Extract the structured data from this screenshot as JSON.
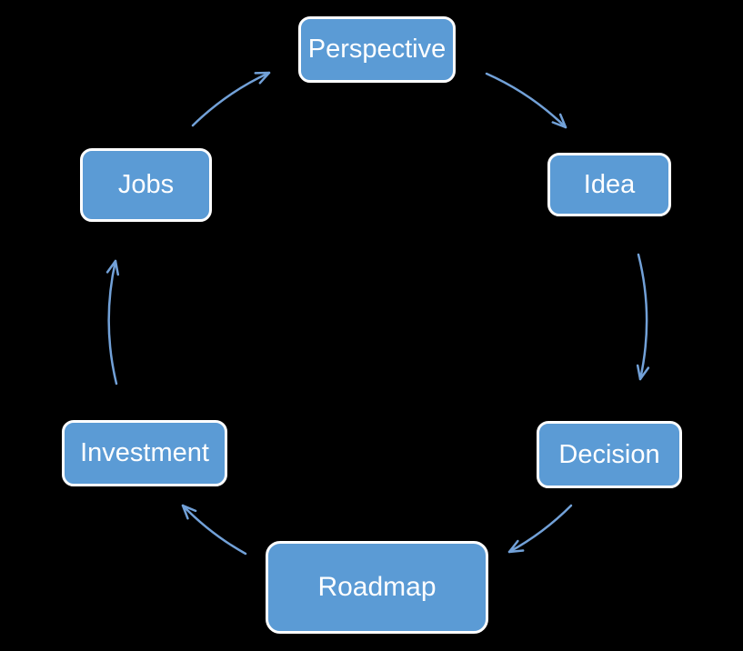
{
  "diagram": {
    "type": "cycle",
    "direction": "clockwise",
    "background_color": "#000000",
    "node_fill_color": "#5b9bd5",
    "node_border_color": "#ffffff",
    "node_text_color": "#ffffff",
    "arrow_color": "#72a1d8",
    "nodes": [
      {
        "label": "Perspective",
        "position": "top"
      },
      {
        "label": "Idea",
        "position": "upper-right"
      },
      {
        "label": "Decision",
        "position": "lower-right"
      },
      {
        "label": "Roadmap",
        "position": "bottom"
      },
      {
        "label": "Investment",
        "position": "lower-left"
      },
      {
        "label": "Jobs",
        "position": "upper-left"
      }
    ],
    "arrows": [
      {
        "from": "Jobs",
        "to": "Perspective"
      },
      {
        "from": "Perspective",
        "to": "Idea"
      },
      {
        "from": "Idea",
        "to": "Decision"
      },
      {
        "from": "Decision",
        "to": "Roadmap"
      },
      {
        "from": "Roadmap",
        "to": "Investment"
      },
      {
        "from": "Investment",
        "to": "Jobs"
      }
    ]
  }
}
